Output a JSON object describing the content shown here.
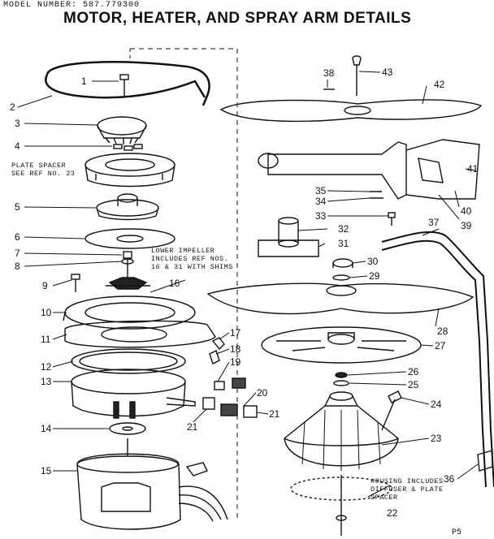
{
  "header": {
    "model_label": "MODEL NUMBER:",
    "model_number": "587.779300",
    "title": "MOTOR, HEATER, AND SPRAY ARM DETAILS"
  },
  "notes": {
    "plate_spacer": "PLATE SPACER\nSEE REF NO. 23",
    "lower_impeller": "LOWER IMPELLER\nINCLUDES REF NOS.\n16 & 31 WITH SHIMS",
    "housing": "HOUSING INCLUDES\nDIFFUSER & PLATE\nSPACER"
  },
  "callouts": [
    "1",
    "2",
    "3",
    "4",
    "5",
    "6",
    "7",
    "8",
    "9",
    "10",
    "11",
    "12",
    "13",
    "14",
    "15",
    "16",
    "17",
    "18",
    "19",
    "20",
    "21",
    "21",
    "22",
    "23",
    "24",
    "25",
    "26",
    "27",
    "28",
    "29",
    "30",
    "31",
    "32",
    "33",
    "34",
    "35",
    "36",
    "37",
    "38",
    "39",
    "40",
    "41",
    "42",
    "43"
  ],
  "page_ref": "P5"
}
